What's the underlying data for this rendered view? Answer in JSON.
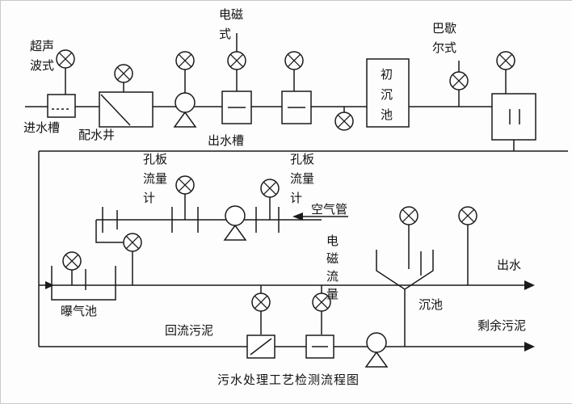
{
  "title": "污水处理工艺检测流程图",
  "labels": {
    "ultrasonic": "超声波式",
    "electromagnetic_type": "电磁式",
    "parshall": "巴歇尔式",
    "inlet_channel": "进水槽",
    "distribution_well": "配水井",
    "outlet_channel": "出水槽",
    "primary_settling_tank": "初沉池",
    "orifice_flowmeter_left": "孔板流量计",
    "orifice_flowmeter_right": "孔板流量计",
    "air_pipe": "空气管",
    "electromagnetic_flow": "电磁流量",
    "aeration_tank": "曝气池",
    "return_sludge": "回流污泥",
    "settling_tank": "沉池",
    "effluent": "出水",
    "excess_sludge": "剩余污泥"
  },
  "colors": {
    "line": "#1a1a1a",
    "background": "#fdfdfd",
    "text": "#111111"
  }
}
